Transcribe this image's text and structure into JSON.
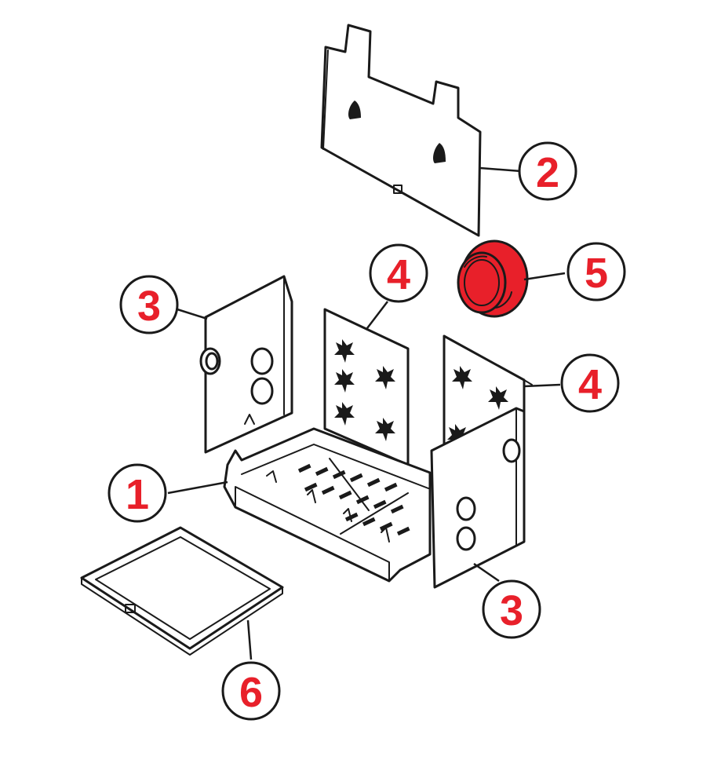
{
  "diagram": {
    "accent_color": "#e8202a",
    "highlighted_part": "5",
    "callouts": [
      {
        "id": "callout-1",
        "label": "1"
      },
      {
        "id": "callout-2",
        "label": "2"
      },
      {
        "id": "callout-3a",
        "label": "3"
      },
      {
        "id": "callout-3b",
        "label": "3"
      },
      {
        "id": "callout-4a",
        "label": "4"
      },
      {
        "id": "callout-4b",
        "label": "4"
      },
      {
        "id": "callout-5",
        "label": "5"
      },
      {
        "id": "callout-6",
        "label": "6"
      }
    ]
  }
}
